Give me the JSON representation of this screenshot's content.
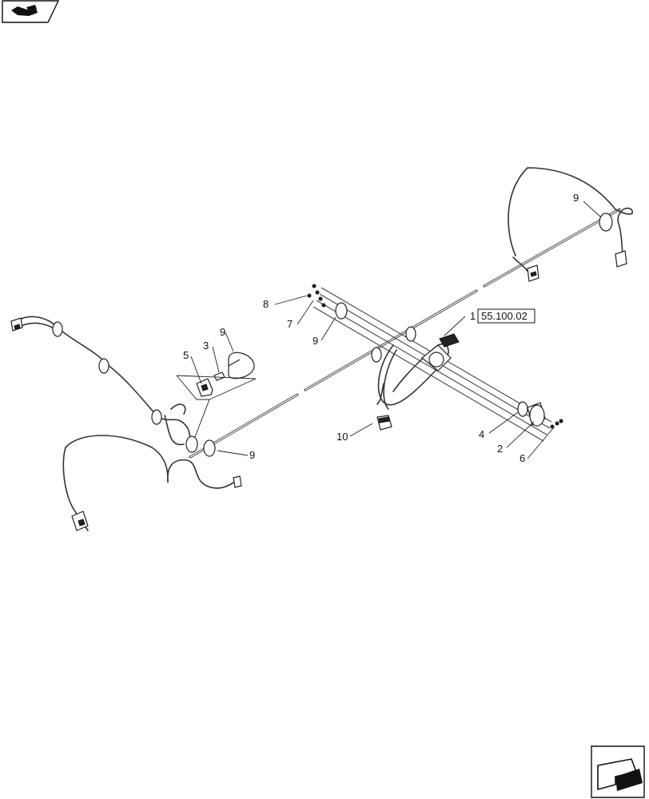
{
  "callouts": {
    "c1": "1",
    "c2": "2",
    "c3": "3",
    "c4": "4",
    "c5": "5",
    "c6": "6",
    "c7": "7",
    "c8": "8",
    "c9a": "9",
    "c9b": "9",
    "c9c": "9",
    "c9d": "9",
    "c10": "10"
  },
  "reference": "55.100.02",
  "icons": {
    "top_left": "book-arrow-icon",
    "bottom_right": "next-page-arrow-icon"
  }
}
